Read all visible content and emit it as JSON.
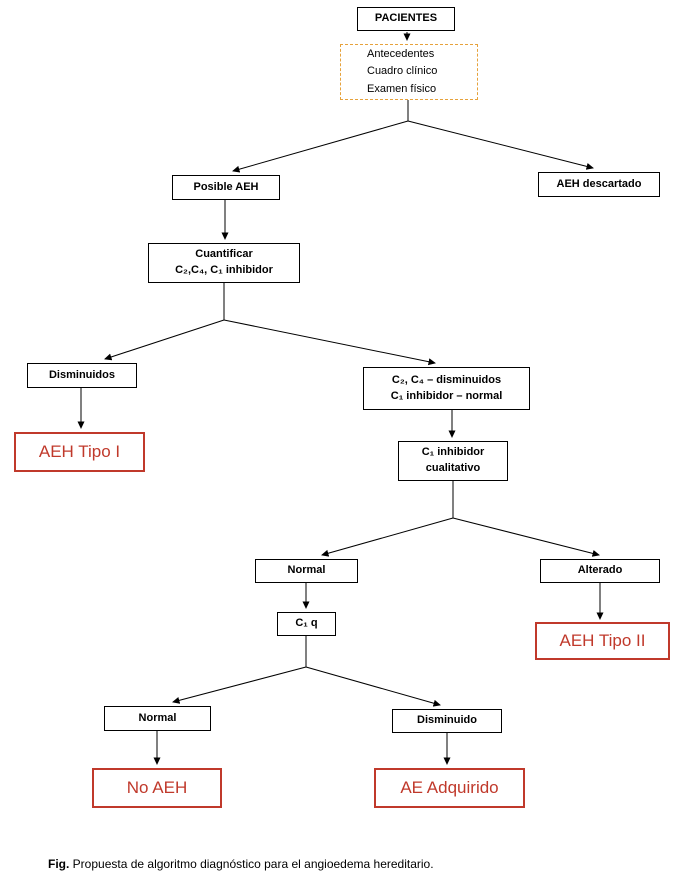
{
  "figure": {
    "nodes": {
      "pacientes": {
        "label": "PACIENTES"
      },
      "evaluacion": {
        "line1": "Antecedentes",
        "line2": "Cuadro clínico",
        "line3": "Examen físico"
      },
      "posible_aeh": {
        "label": "Posible AEH"
      },
      "aeh_descartado": {
        "label": "AEH descartado"
      },
      "cuantificar": {
        "line1": "Cuantificar",
        "line2": "C₂,C₄, C₁ inhibidor"
      },
      "disminuidos": {
        "label": "Disminuidos"
      },
      "aeh_tipo_1": {
        "label": "AEH Tipo I"
      },
      "c2c4_disminuidos": {
        "line1": "C₂, C₄ – disminuidos",
        "line2": "C₁ inhibidor – normal"
      },
      "c1_inhibidor_cualitativo": {
        "line1": "C₁ inhibidor",
        "line2": "cualitativo"
      },
      "normal_cualitativo": {
        "label": "Normal"
      },
      "alterado": {
        "label": "Alterado"
      },
      "c1q": {
        "label": "C₁ q"
      },
      "aeh_tipo_2": {
        "label": "AEH Tipo II"
      },
      "normal_c1q": {
        "label": "Normal"
      },
      "disminuido_c1q": {
        "label": "Disminuido"
      },
      "no_aeh": {
        "label": "No AEH"
      },
      "ae_adquirido": {
        "label": "AE Adquirido"
      }
    },
    "caption": {
      "prefix": "Fig.",
      "text": "Propuesta de algoritmo diagnóstico para el angioedema hereditario."
    },
    "colors": {
      "box_border": "#000000",
      "result_red": "#c0392b",
      "dashed_orange": "#e6a23c",
      "arrow": "#000000"
    }
  }
}
